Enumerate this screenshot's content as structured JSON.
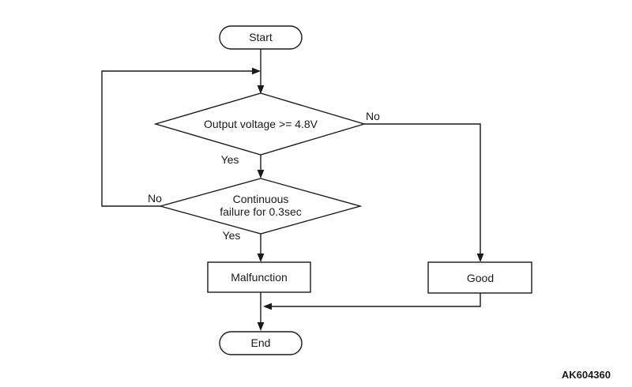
{
  "diagram": {
    "nodes": {
      "start": {
        "label": "Start",
        "type": "terminator"
      },
      "decision1": {
        "label": "Output voltage >= 4.8V",
        "type": "decision"
      },
      "decision2": {
        "label_line1": "Continuous",
        "label_line2": "failure for 0.3sec",
        "type": "decision"
      },
      "malfunction": {
        "label": "Malfunction",
        "type": "process"
      },
      "good": {
        "label": "Good",
        "type": "process"
      },
      "end": {
        "label": "End",
        "type": "terminator"
      }
    },
    "edge_labels": {
      "decision1_no": "No",
      "decision1_yes": "Yes",
      "decision2_no": "No",
      "decision2_yes": "Yes"
    },
    "figure_code": "AK604360",
    "colors": {
      "line": "#1a1a1a",
      "text": "#1a1a1a",
      "background": "#ffffff"
    }
  }
}
